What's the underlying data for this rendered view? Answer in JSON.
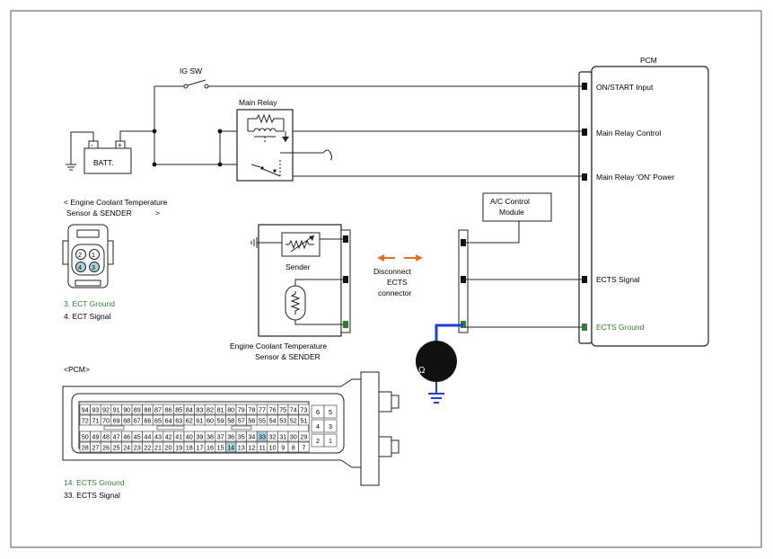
{
  "labels": {
    "pcm": "PCM",
    "ig_sw": "IG SW",
    "main_relay": "Main Relay",
    "batt": "BATT.",
    "on_start": "ON/START Input",
    "relay_control": "Main Relay Control",
    "relay_on_power": "Main Relay 'ON' Power",
    "ac_module_line1": "A/C Control",
    "ac_module_line2": "Module",
    "ects_signal": "ECTS Signal",
    "ects_ground": "ECTS Ground",
    "sender": "Sender",
    "disconnect_1": "Disconnect",
    "disconnect_2": "ECTS",
    "disconnect_3": "connector",
    "ects_caption_1": "Engine Coolant Temperature",
    "ects_caption_2": "Sensor & SENDER",
    "connector_title_1": "< Engine Coolant Temperature",
    "connector_title_2": "Sensor & SENDER",
    "connector_title_end": ">",
    "pcm_connector_title": "<PCM>",
    "meter_symbol": "Ω"
  },
  "sensor_connector": {
    "pins": [
      "2",
      "1",
      "4",
      "3"
    ],
    "legend": [
      "3. ECT Ground",
      "4. ECT Signal"
    ]
  },
  "pcm_connector": {
    "row1": [
      "94",
      "93",
      "92",
      "91",
      "90",
      "89",
      "88",
      "87",
      "86",
      "85",
      "84",
      "83",
      "82",
      "81",
      "80",
      "79",
      "78",
      "77",
      "76",
      "75",
      "74",
      "73"
    ],
    "row2": [
      "72",
      "71",
      "70",
      "69",
      "68",
      "67",
      "66",
      "65",
      "64",
      "63",
      "62",
      "61",
      "60",
      "59",
      "58",
      "57",
      "56",
      "55",
      "54",
      "53",
      "52",
      "51"
    ],
    "row3": [
      "50",
      "49",
      "48",
      "47",
      "46",
      "45",
      "44",
      "43",
      "42",
      "41",
      "40",
      "39",
      "38",
      "37",
      "36",
      "35",
      "34",
      "33",
      "32",
      "31",
      "30",
      "29"
    ],
    "row4": [
      "28",
      "27",
      "26",
      "25",
      "24",
      "23",
      "22",
      "21",
      "20",
      "19",
      "18",
      "17",
      "16",
      "15",
      "14",
      "13",
      "12",
      "11",
      "10",
      "9",
      "8",
      "7"
    ],
    "side": [
      "6",
      "5",
      "4",
      "3",
      "2",
      "1"
    ],
    "highlighted": [
      "33",
      "14"
    ],
    "legend": [
      "14. ECTS Ground",
      "33. ECTS Signal"
    ]
  },
  "colors": {
    "ground_highlight": "#2e7d32",
    "probe_wire": "#1f3fd1",
    "arrow": "#e8701e",
    "pin_highlight": "#a9d3e0"
  }
}
